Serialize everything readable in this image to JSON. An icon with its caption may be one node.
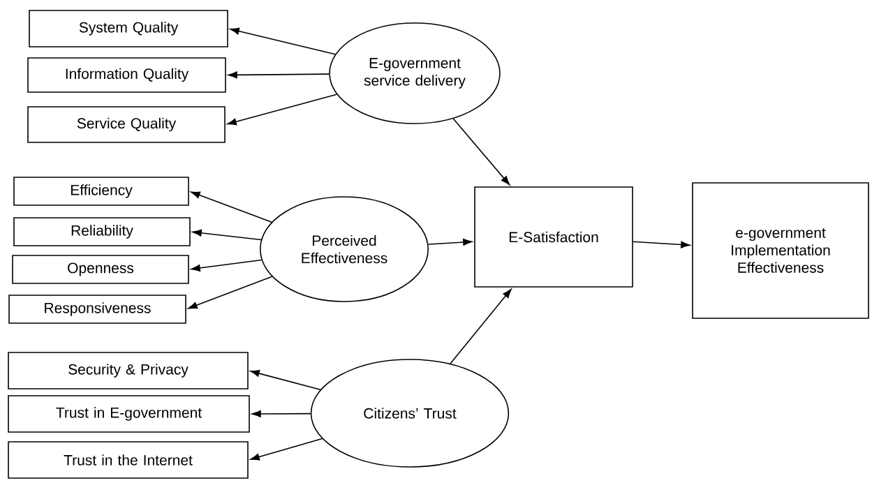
{
  "diagram": {
    "nodes": [
      {
        "text": [
          "System Quality"
        ]
      },
      {
        "text": [
          "Information Quality"
        ]
      },
      {
        "text": [
          "Service Quality"
        ]
      },
      {
        "text": [
          "E-government service delivery"
        ]
      },
      {
        "text": [
          "Efficiency"
        ]
      },
      {
        "text": [
          "Reliability"
        ]
      },
      {
        "text": [
          "Openness"
        ]
      },
      {
        "text": [
          "Responsiveness"
        ]
      },
      {
        "text": [
          "Perceived Effectiveness"
        ]
      },
      {
        "text": [
          "E-Satisfaction"
        ]
      },
      {
        "text": [
          "e-government Implementation Effectiveness"
        ]
      },
      {
        "text": [
          "Security & Privacy"
        ]
      },
      {
        "text": [
          "Trust in E-government"
        ]
      },
      {
        "text": [
          "Trust in the Internet"
        ]
      },
      {
        "text": [
          "Citizens’ Trust"
        ]
      }
    ],
    "edges": [
      {
        "from": 3,
        "to": 0,
        "arrow": "to"
      },
      {
        "from": 3,
        "to": 1,
        "arrow": "to"
      },
      {
        "from": 3,
        "to": 2,
        "arrow": "to"
      },
      {
        "from": 3,
        "to": 9,
        "arrow": "to"
      },
      {
        "from": 8,
        "to": 4,
        "arrow": "to"
      },
      {
        "from": 8,
        "to": 5,
        "arrow": "to"
      },
      {
        "from": 8,
        "to": 6,
        "arrow": "to"
      },
      {
        "from": 8,
        "to": 7,
        "arrow": "to"
      },
      {
        "from": 8,
        "to": 9,
        "arrow": "to"
      },
      {
        "from": 9,
        "to": 10,
        "arrow": "to"
      },
      {
        "from": 14,
        "to": 11,
        "arrow": "to"
      },
      {
        "from": 14,
        "to": 12,
        "arrow": "to"
      },
      {
        "from": 14,
        "to": 13,
        "arrow": "to"
      },
      {
        "from": 14,
        "to": 9,
        "arrow": "to"
      }
    ]
  }
}
